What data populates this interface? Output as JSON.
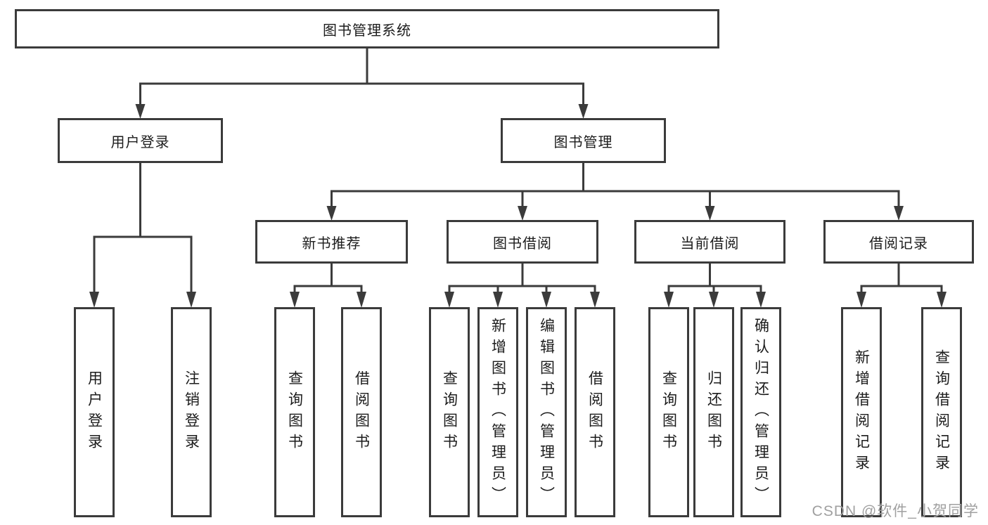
{
  "colors": {
    "line": "#3b3b3b",
    "text": "#1c1c1c",
    "background": "#ffffff",
    "watermark": "#a0a0a0"
  },
  "watermark": {
    "text": "CSDN @软件_小贺同学"
  },
  "tree": {
    "root": {
      "label": "图书管理系统",
      "children": [
        {
          "label": "用户登录",
          "children": [
            {
              "label": "用户登录"
            },
            {
              "label": "注销登录"
            }
          ]
        },
        {
          "label": "图书管理",
          "children": [
            {
              "label": "新书推荐",
              "children": [
                {
                  "label": "查询图书"
                },
                {
                  "label": "借阅图书"
                }
              ]
            },
            {
              "label": "图书借阅",
              "children": [
                {
                  "label": "查询图书"
                },
                {
                  "label": "新增图书（管理员）"
                },
                {
                  "label": "编辑图书（管理员）"
                },
                {
                  "label": "借阅图书"
                }
              ]
            },
            {
              "label": "当前借阅",
              "children": [
                {
                  "label": "查询图书"
                },
                {
                  "label": "归还图书"
                },
                {
                  "label": "确认归还（管理员）"
                }
              ]
            },
            {
              "label": "借阅记录",
              "children": [
                {
                  "label": "新增借阅记录"
                },
                {
                  "label": "查询借阅记录"
                }
              ]
            }
          ]
        }
      ]
    }
  }
}
